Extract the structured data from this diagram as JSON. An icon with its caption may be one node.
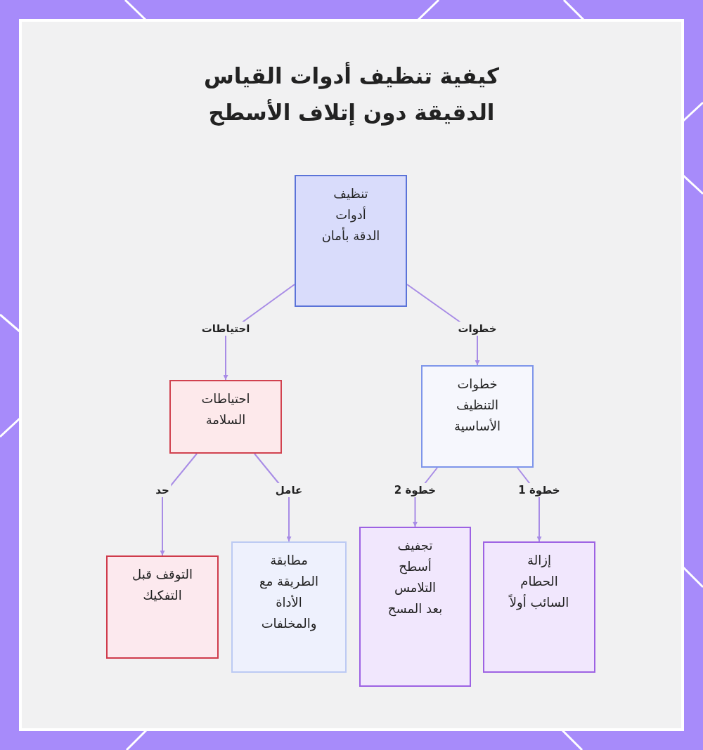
{
  "diagram": {
    "title": "كيفية تنظيف أدوات القياس الدقيقة دون إتلاف الأسطح",
    "nodes": [
      {
        "text": [
          "تنظيف أدوات الدقة بأمان"
        ]
      },
      {
        "text": [
          "خطوات التنظيف الأساسية"
        ]
      },
      {
        "text": [
          "احتياطات السلامة"
        ]
      },
      {
        "text": [
          "إزالة الحطام السائب أولاً"
        ]
      },
      {
        "text": [
          "تجفيف أسطح التلامس بعد المسح"
        ]
      },
      {
        "text": [
          "مطابقة الطريقة مع الأداة والمخلفات"
        ]
      },
      {
        "text": [
          "التوقف قبل التفكيك"
        ]
      }
    ],
    "edges": [
      {
        "from": 0,
        "to": 1,
        "arrow": "to",
        "label": "خطوات"
      },
      {
        "from": 0,
        "to": 2,
        "arrow": "to",
        "label": "احتياطات"
      },
      {
        "from": 1,
        "to": 3,
        "arrow": "to",
        "label": "خطوة 1"
      },
      {
        "from": 1,
        "to": 4,
        "arrow": "to",
        "label": "خطوة 2"
      },
      {
        "from": 2,
        "to": 5,
        "arrow": "to",
        "label": "عامل"
      },
      {
        "from": 2,
        "to": 6,
        "arrow": "to",
        "label": "حد"
      }
    ]
  }
}
